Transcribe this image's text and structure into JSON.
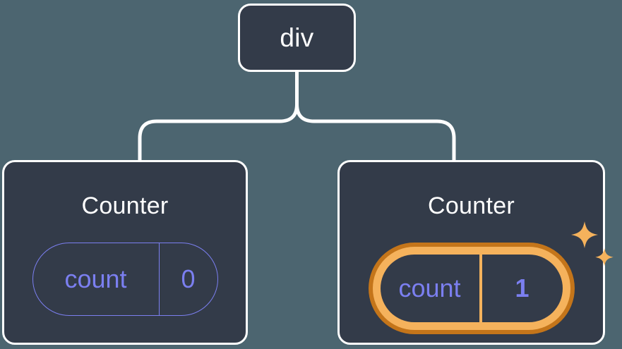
{
  "canvas": {
    "background_color": "#4c6570",
    "node_fill_color": "#333b49",
    "node_border_color": "#ffffff",
    "connector_color": "#ffffff",
    "accent_periwinkle": "#7b7ff0",
    "accent_orange_dark": "#c4751a",
    "accent_orange_light": "#f5b25c"
  },
  "tree": {
    "root": {
      "label": "div"
    },
    "children": [
      {
        "title": "Counter",
        "state": {
          "key": "count",
          "value": "0",
          "highlighted": false
        }
      },
      {
        "title": "Counter",
        "state": {
          "key": "count",
          "value": "1",
          "highlighted": true
        },
        "decoration": {
          "icon": "sparkles-icon",
          "color": "#f5b25c"
        }
      }
    ]
  }
}
